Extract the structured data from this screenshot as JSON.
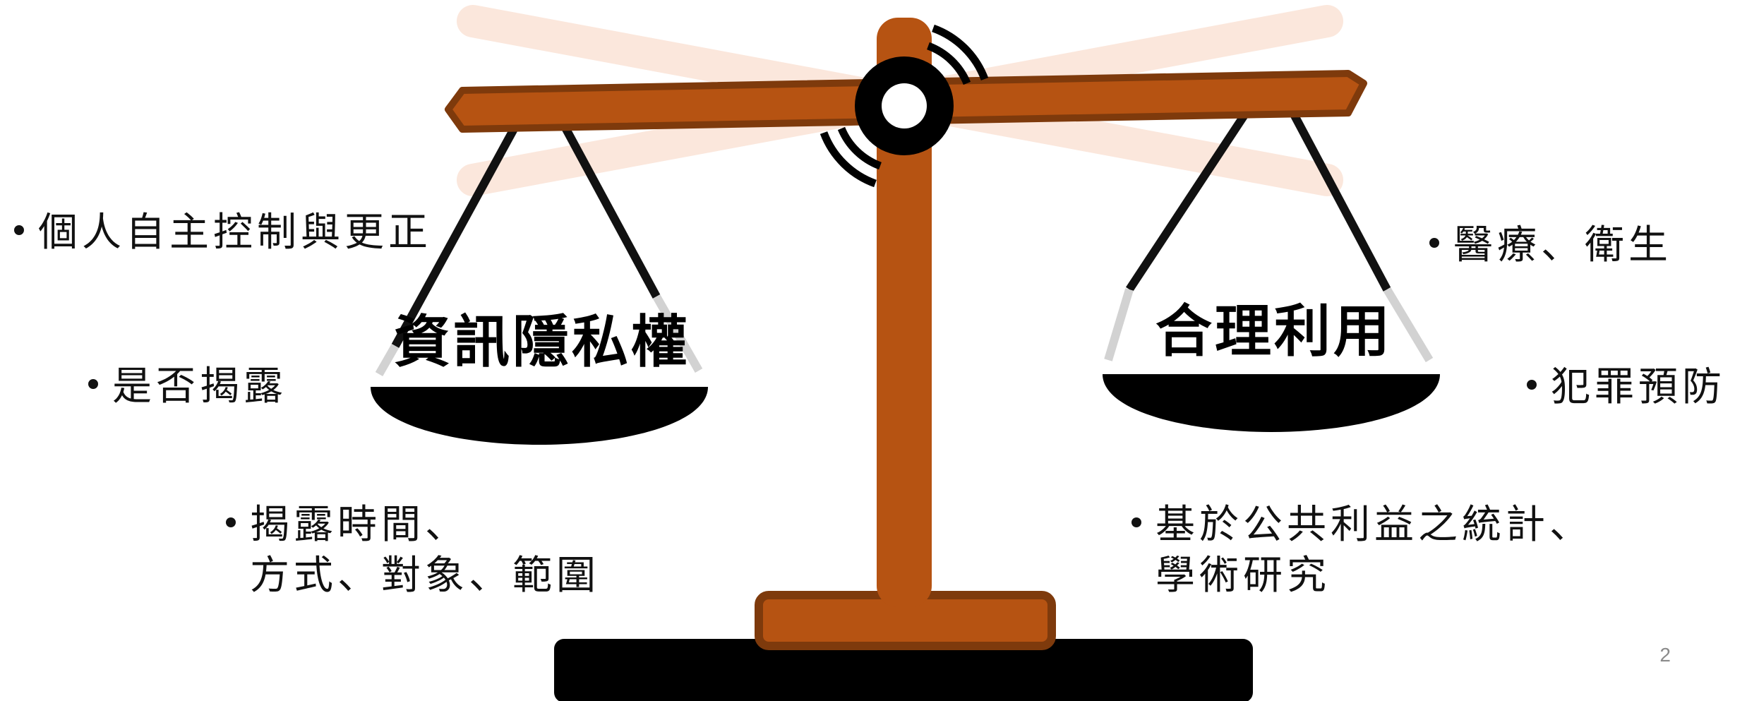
{
  "left_pan": {
    "label": "資訊隱私權",
    "points": [
      {
        "text": "個人自主控制與更正"
      },
      {
        "text": "是否揭露"
      },
      {
        "line1": "揭露時間、",
        "line2": "方式、對象、範圍"
      }
    ]
  },
  "right_pan": {
    "label": "合理利用",
    "points": [
      {
        "text": "醫療、衛生"
      },
      {
        "text": "犯罪預防"
      },
      {
        "line1": "基於公共利益之統計、",
        "line2": "學術研究"
      }
    ]
  },
  "page_number": "2",
  "colors": {
    "wood": "#b65312",
    "wood_dark": "#7e3a0c",
    "ghost_beam": "#fbe7dc",
    "pan": "#000000",
    "chain": "#111111",
    "chain_faded": "#cfcfcf",
    "pivot_center": "#ffffff"
  }
}
